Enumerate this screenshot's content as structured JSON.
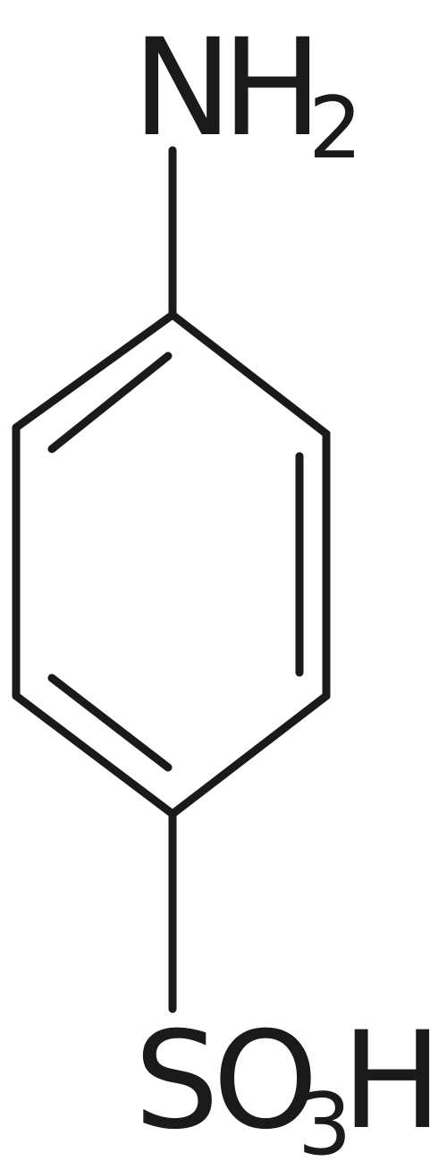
{
  "colors": {
    "ink": "#1a1a1a",
    "background": "#ffffff"
  },
  "labels": {
    "amine": {
      "element": "N",
      "hydrogen": "H",
      "count": "2"
    },
    "sulfonic": {
      "sulfur": "S",
      "oxygen": "O",
      "count": "3",
      "hydrogen": "H"
    }
  }
}
